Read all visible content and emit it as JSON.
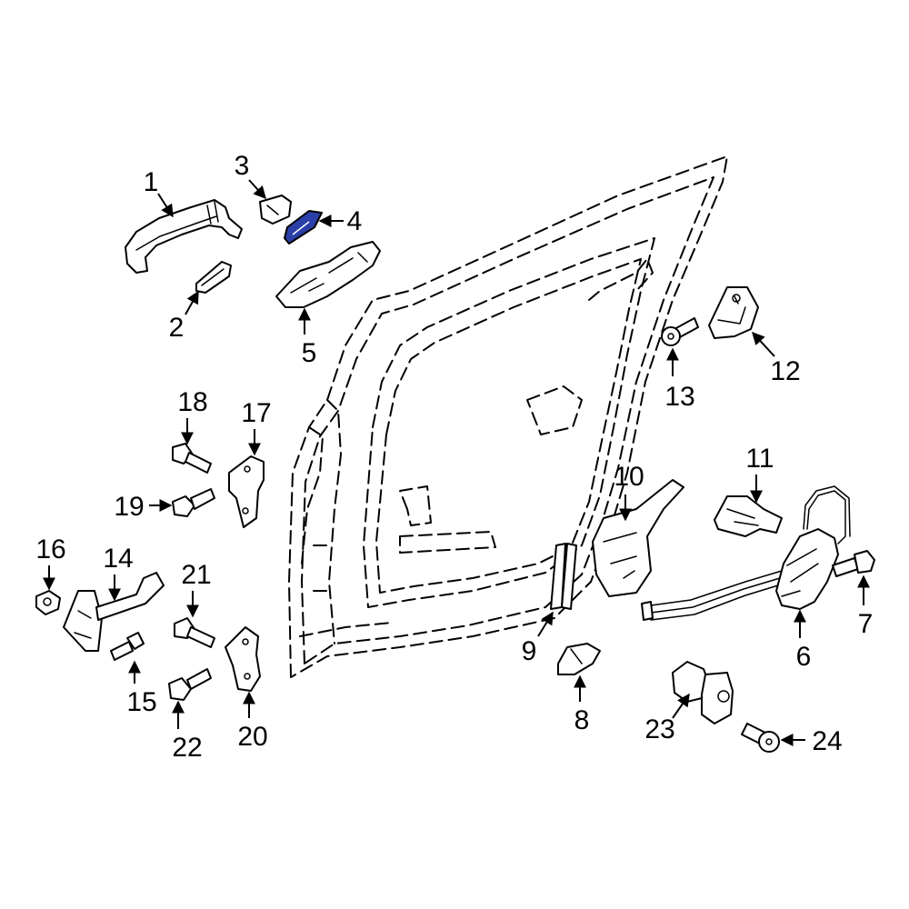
{
  "colors": {
    "background": "#ffffff",
    "line": "#000000",
    "highlight_part": "#2b3fa8"
  },
  "highlighted_part": "4",
  "callouts": {
    "c1": "1",
    "c2": "2",
    "c3": "3",
    "c4": "4",
    "c5": "5",
    "c6": "6",
    "c7": "7",
    "c8": "8",
    "c9": "9",
    "c10": "10",
    "c11": "11",
    "c12": "12",
    "c13": "13",
    "c14": "14",
    "c15": "15",
    "c16": "16",
    "c17": "17",
    "c18": "18",
    "c19": "19",
    "c20": "20",
    "c21": "21",
    "c22": "22",
    "c23": "23",
    "c24": "24"
  }
}
